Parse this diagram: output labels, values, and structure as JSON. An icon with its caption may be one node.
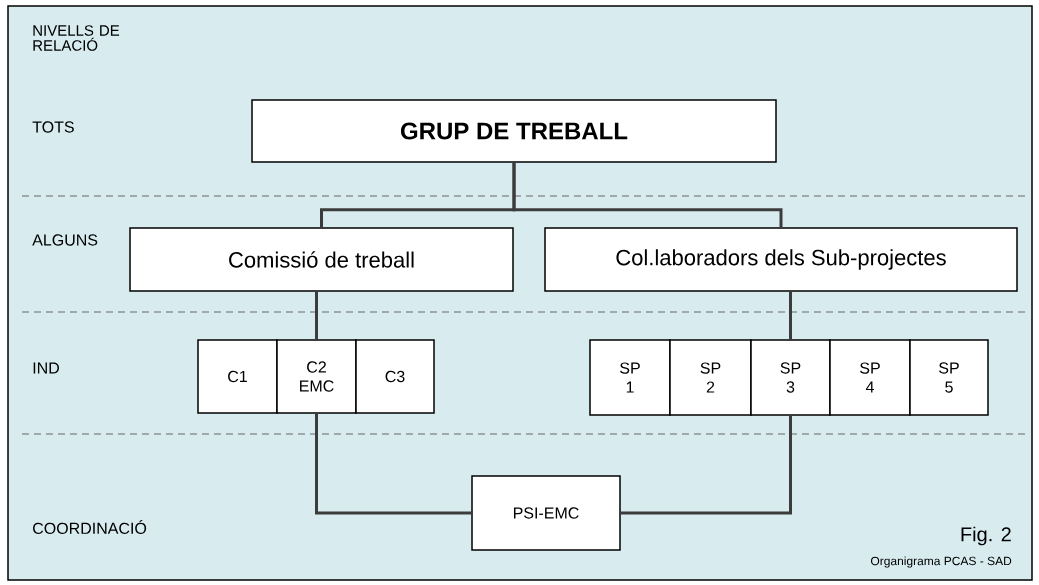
{
  "diagram": {
    "nodes": [
      {
        "text": [
          "GRUP DE TREBALL"
        ]
      },
      {
        "text": [
          "Comissió de treball"
        ]
      },
      {
        "text": [
          "Col.laboradors dels Sub-projectes"
        ]
      },
      {
        "text": [
          "C1"
        ]
      },
      {
        "text": [
          "C2 EMC"
        ]
      },
      {
        "text": [
          "C3"
        ]
      },
      {
        "text": [
          "SP 1"
        ]
      },
      {
        "text": [
          "SP 2"
        ]
      },
      {
        "text": [
          "SP 3"
        ]
      },
      {
        "text": [
          "SP 4"
        ]
      },
      {
        "text": [
          "SP 5"
        ]
      },
      {
        "text": [
          "PSI-EMC"
        ]
      }
    ],
    "edges": [
      {
        "from": 0,
        "to": 1,
        "arrow": "none"
      },
      {
        "from": 0,
        "to": 2,
        "arrow": "none"
      },
      {
        "from": 1,
        "to": 4,
        "arrow": "none"
      },
      {
        "from": 2,
        "to": 8,
        "arrow": "none"
      },
      {
        "from": 4,
        "to": 11,
        "arrow": "none"
      },
      {
        "from": 8,
        "to": 11,
        "arrow": "none"
      }
    ],
    "labels": [
      "NIVELLS DE RELACIÓ",
      "TOTS",
      "ALGUNS",
      "IND",
      "COORDINACIÓ",
      "Fig. 2",
      "Organigrama PCAS - SAD"
    ]
  }
}
